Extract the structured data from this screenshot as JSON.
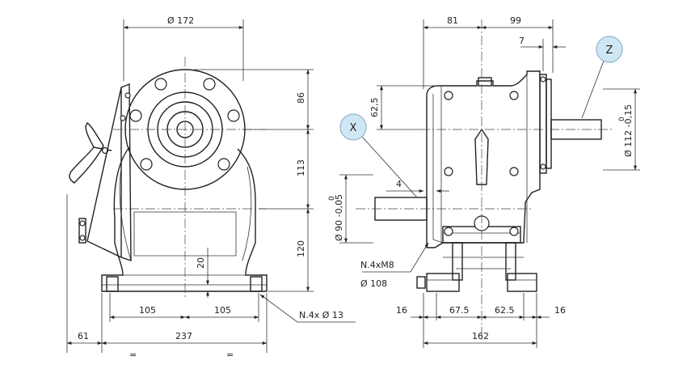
{
  "front_view": {
    "dim_flange_dia": "Ø 172",
    "dim_86": "86",
    "dim_113": "113",
    "dim_120": "120",
    "dim_20": "20",
    "dim_105_left": "105",
    "dim_105_right": "105",
    "dim_61": "61",
    "dim_237": "237",
    "equal_left": "=",
    "equal_right": "=",
    "holes_note": "N.4x Ø 13"
  },
  "side_view": {
    "dim_81": "81",
    "dim_99": "99",
    "dim_7": "7",
    "dim_62_5_top": "62,5",
    "dim_4": "4",
    "dim_shaft_x": "Ø 90 -0,05",
    "dim_shaft_x_upper": "0",
    "dim_shaft_z": "Ø 112 -0,15",
    "dim_shaft_z_upper": "0",
    "thread_note": "N.4xM8",
    "pcd_note": "Ø  108",
    "dim_16_left": "16",
    "dim_67_5": "67.5",
    "dim_62_5_bottom": "62.5",
    "dim_16_right": "16",
    "dim_162": "162"
  },
  "callouts": {
    "x_label": "X",
    "z_label": "Z",
    "color": "#cfe7f5"
  }
}
